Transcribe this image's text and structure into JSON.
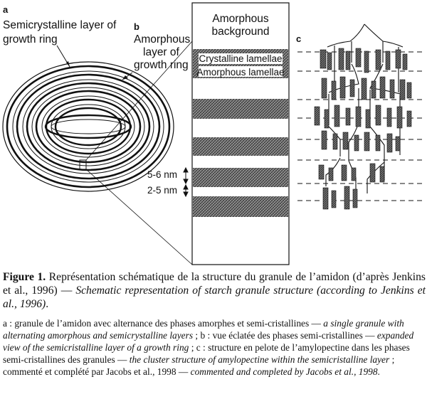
{
  "panels": {
    "a": {
      "letter": "a",
      "label_lines": [
        "Semicrystalline layer of",
        "growth ring"
      ]
    },
    "b": {
      "letter": "b",
      "label_lines": [
        "Amorphous",
        "layer of",
        "growth ring"
      ],
      "background_lines": [
        "Amorphous",
        "background"
      ],
      "crystalline_label": "Crystalline lamellae",
      "amorphous_label": "Amorphous lamellae",
      "dim1": "5-6 nm",
      "dim2": "2-5 nm"
    },
    "c": {
      "letter": "c"
    }
  },
  "caption": {
    "figure_label": "Figure 1.",
    "title_fr": " Représentation schématique de la structure du granule de l’amidon (d’après Jenkins et al., 1996) — ",
    "title_en": "Schematic representation of starch granule structure (according to Jenkins et al., 1996)",
    "title_end": ".",
    "legend_a_fr": "a : granule de l’amidon avec alternance des phases amorphes et semi-cristallines — ",
    "legend_a_en": "a single granule with alternating amorphous and semicrystalline layers",
    "legend_b_fr": " ; b : vue éclatée des phases semi-cristallines — ",
    "legend_b_en": "expanded view of the semicristalline layer of a growth ring",
    "legend_c_fr": " ; c : structure en pelote de l’amylopectine dans les phases semi-cristallines des granules — ",
    "legend_c_en": "the cluster structure of amylopectine within the semicristalline layer",
    "legend_ref_fr": " ; commenté et complété par Jacobs et al., 1998 — ",
    "legend_ref_en": "commented and completed by Jacobs et al., 1998",
    "legend_end": "."
  }
}
